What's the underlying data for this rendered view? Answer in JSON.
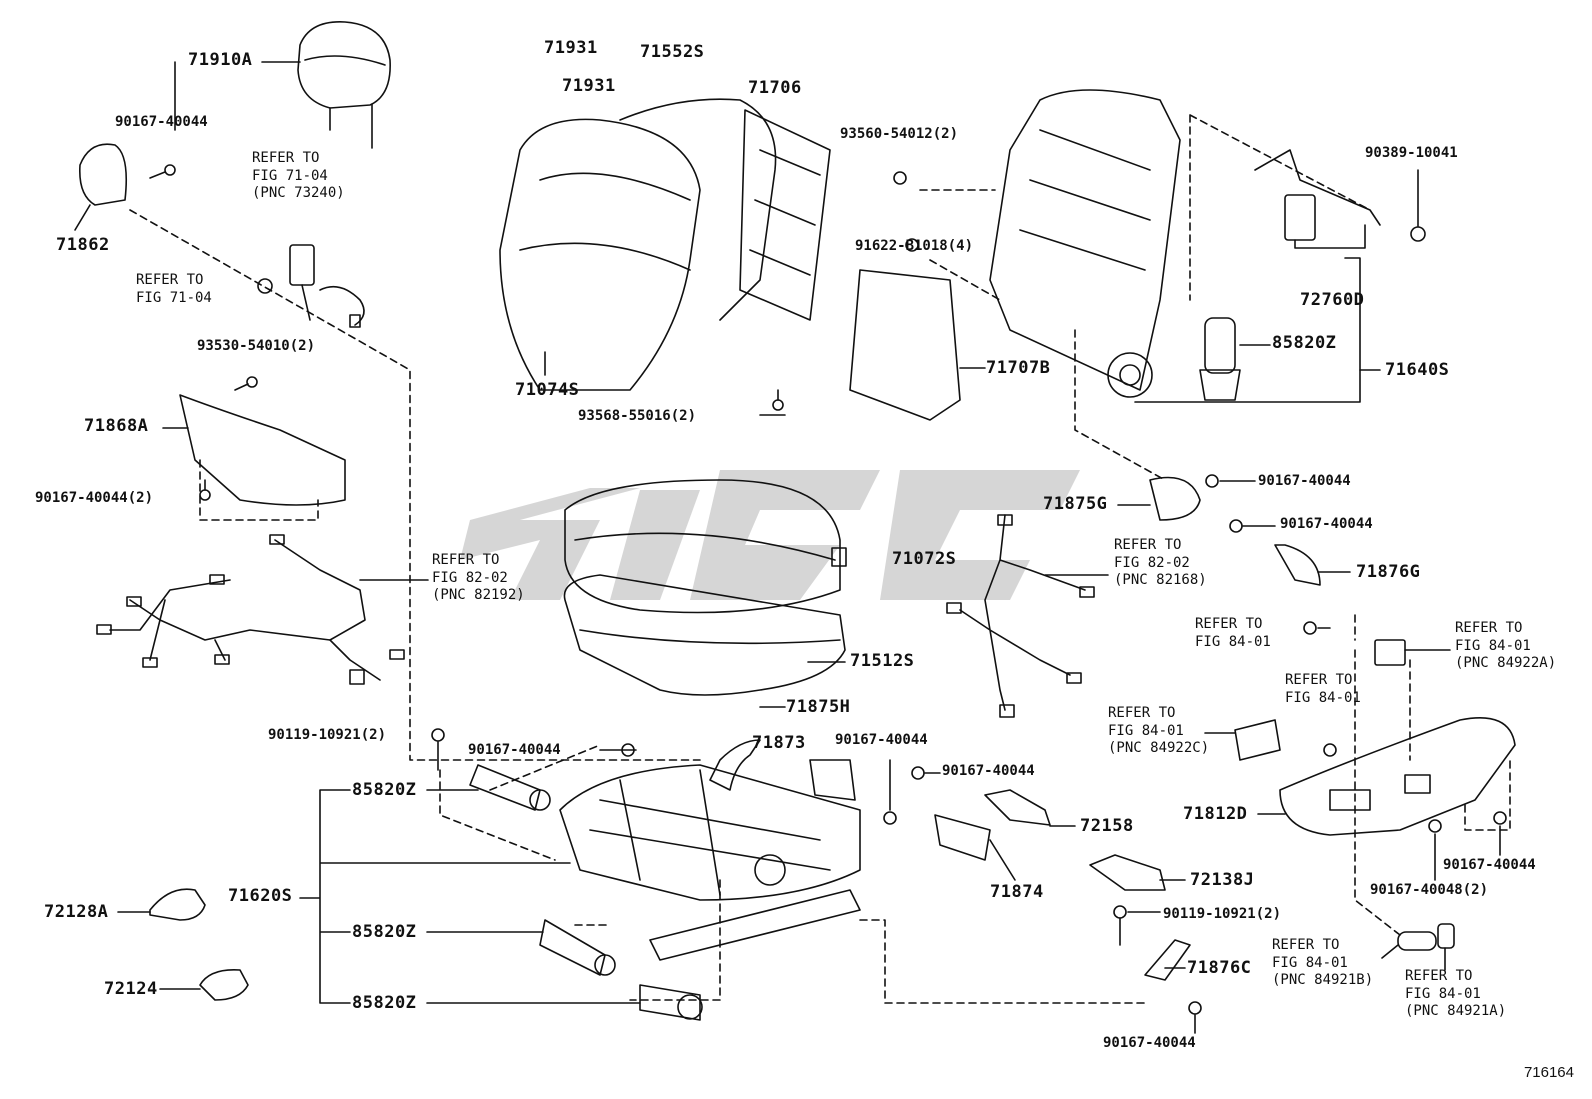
{
  "figure_id": "716164",
  "part_labels": [
    "71910A",
    "71931",
    "71931",
    "71552S",
    "71706",
    "90167-40044",
    "71862",
    "REFER TO",
    "FIG 71-04",
    "(PNC 73240)",
    "REFER TO",
    "FIG 71-04",
    "93560-54012(2)",
    "91622-B1018(4)",
    "90389-10041",
    "72760D",
    "93530-54010(2)",
    "71868A",
    "90167-40044(2)",
    "71074S",
    "93568-55016(2)",
    "71707B",
    "85820Z",
    "71640S",
    "90167-40044",
    "71875G",
    "90167-40044",
    "71876G",
    "71072S",
    "REFER TO",
    "FIG 82-02",
    "(PNC 82192)",
    "REFER TO",
    "FIG 82-02",
    "(PNC 82168)",
    "71512S",
    "REFER TO",
    "FIG 84-01",
    "REFER TO",
    "FIG 84-01",
    "(PNC 84922A)",
    "REFER TO",
    "FIG 84-01",
    "REFER TO",
    "FIG 84-01",
    "(PNC 84922C)",
    "90119-10921(2)",
    "90167-40044",
    "71875H",
    "71873",
    "90167-40044",
    "90167-40044",
    "85820Z",
    "71812D",
    "71620S",
    "72158",
    "71874",
    "72138J",
    "90119-10921(2)",
    "72128A",
    "85820Z",
    "71876C",
    "REFER TO",
    "FIG 84-01",
    "(PNC 84921B)",
    "REFER TO",
    "FIG 84-01",
    "(PNC 84921A)",
    "72124",
    "85820Z",
    "90167-40044",
    "90167-40048(2)",
    "90167-40044"
  ]
}
